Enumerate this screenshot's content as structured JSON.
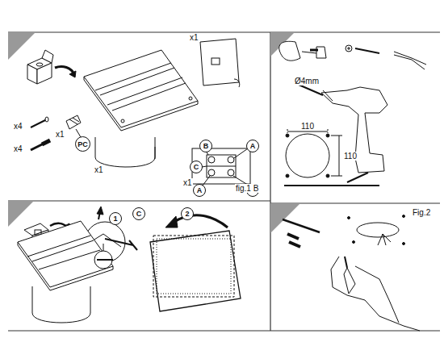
{
  "diagram": {
    "nodes": [
      {
        "text": [
          "PC"
        ]
      },
      {
        "text": [
          "B"
        ]
      },
      {
        "text": [
          "A"
        ]
      },
      {
        "text": [
          "C"
        ]
      },
      {
        "text": [
          "A"
        ]
      },
      {
        "text": [
          "A"
        ]
      },
      {
        "text": [
          "1"
        ]
      },
      {
        "text": [
          "C"
        ]
      },
      {
        "text": [
          "2"
        ]
      }
    ],
    "labels": [
      "x1",
      "x4",
      "x4",
      "x1",
      "x1",
      "x1",
      "fig.1 B",
      "Ø4mm",
      "110",
      "110",
      "Fig.2"
    ]
  }
}
